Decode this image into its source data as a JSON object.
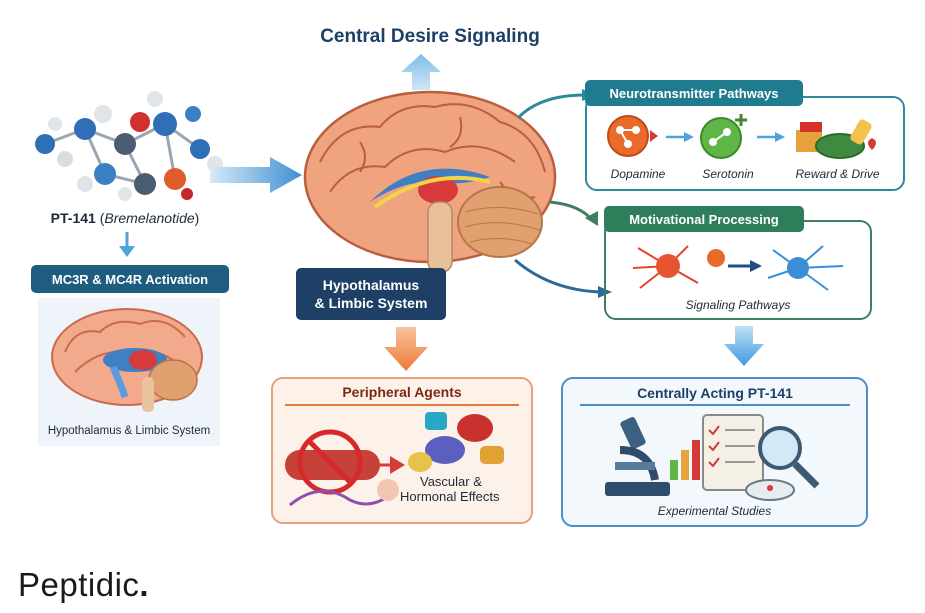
{
  "title": "Central Desire Signaling",
  "molecule": {
    "name": "PT-141",
    "paren_open": "(",
    "subtitle": "Bremelanotide",
    "paren_close": ")"
  },
  "receptor_panel": {
    "title": "MC3R & MC4R Activation",
    "caption": "Hypothalamus & Limbic System"
  },
  "brain_label": "Hypothalamus\n& Limbic System",
  "neuro_panel": {
    "title": "Neurotransmitter Pathways",
    "items": [
      "Dopamine",
      "Serotonin",
      "Reward & Drive"
    ]
  },
  "motivation_panel": {
    "title": "Motivational Processing",
    "caption": "Signaling Pathways"
  },
  "peripheral_panel": {
    "title": "Peripheral Agents",
    "caption_line1": "Vascular &",
    "caption_line2": "Hormonal Effects"
  },
  "central_panel": {
    "title": "Centrally Acting PT-141",
    "caption": "Experimental Studies"
  },
  "brand": {
    "name": "Peptidic",
    "dot": "."
  },
  "colors": {
    "navy": "#1e3f66",
    "panel_blue": "#1f5d80",
    "teal": "#1f7c8f",
    "green": "#2e7d5b",
    "orange": "#e07a3a",
    "light_blue": "#4fa3df"
  }
}
